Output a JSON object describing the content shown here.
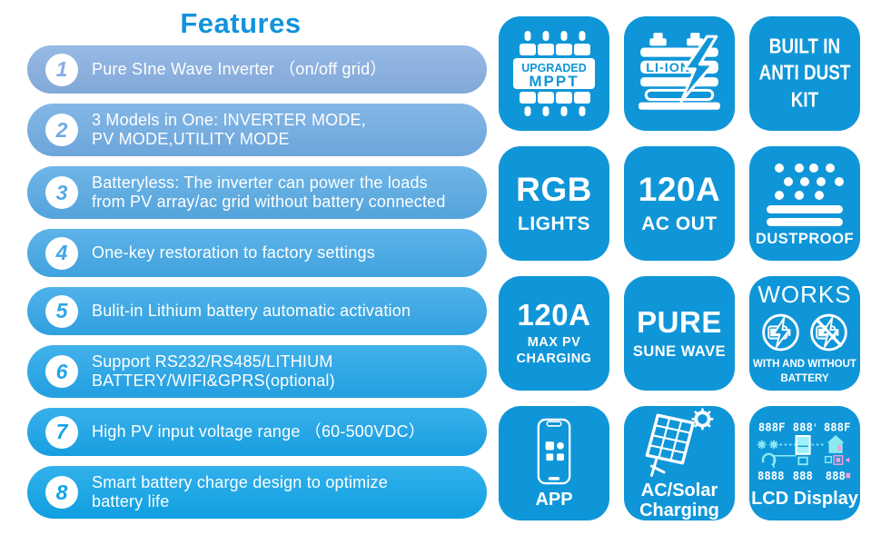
{
  "title": "Features",
  "colors": {
    "title": "#1193DC",
    "tile": "#0F96D8",
    "lcd_cyan": "#8BEAF2",
    "lcd_pink": "#F0A0D8",
    "pills": [
      "#86AEE0",
      "#70ABE2",
      "#57A9E3",
      "#43A7E5",
      "#32A5E6",
      "#23A4E7",
      "#18A3E7",
      "#10A4E8"
    ]
  },
  "features": [
    {
      "num": "1",
      "text": "Pure SIne Wave Inverter （on/off grid）"
    },
    {
      "num": "2",
      "text": "3 Models in One: INVERTER MODE,\nPV MODE,UTILITY MODE"
    },
    {
      "num": "3",
      "text": "Batteryless: The inverter can power the loads\nfrom PV array/ac grid without battery connected"
    },
    {
      "num": "4",
      "text": "One-key restoration to factory settings"
    },
    {
      "num": "5",
      "text": "Bulit-in Lithium battery  automatic activation"
    },
    {
      "num": "6",
      "text": "Support RS232/RS485/LITHIUM\nBATTERY/WIFI&GPRS(optional)"
    },
    {
      "num": "7",
      "text": "High PV input voltage range （60-500VDC）"
    },
    {
      "num": "8",
      "text": "Smart battery charge design to optimize\nbattery life"
    }
  ],
  "tiles": [
    {
      "icon": "mppt-chip-icon",
      "chip_top": "UPGRADED",
      "chip_bottom": "MPPT"
    },
    {
      "icon": "li-ion-battery-icon",
      "battery_label": "LI-ION"
    },
    {
      "text": "BUILT IN\nANTI DUST\nKIT"
    },
    {
      "big": "RGB",
      "small": "LIGHTS"
    },
    {
      "big": "120A",
      "small": "AC OUT"
    },
    {
      "icon": "dustproof-icon",
      "label": "DUSTPROOF"
    },
    {
      "big": "120A",
      "small": "MAX PV\nCHARGING"
    },
    {
      "big": "PURE",
      "small": "SUNE WAVE"
    },
    {
      "top": "WORKS",
      "icon": "with-without-battery-icon",
      "small": "WITH AND WITHOUT\nBATTERY"
    },
    {
      "icon": "phone-app-icon",
      "label": "APP"
    },
    {
      "icon": "solar-panel-sun-icon",
      "label": "AC/Solar\nCharging"
    },
    {
      "icon": "lcd-display-icon",
      "label": "LCD Display",
      "lcd": {
        "top": [
          "888F",
          "888",
          "888F"
        ],
        "bottom": [
          "8888",
          "888",
          "888"
        ]
      }
    }
  ]
}
